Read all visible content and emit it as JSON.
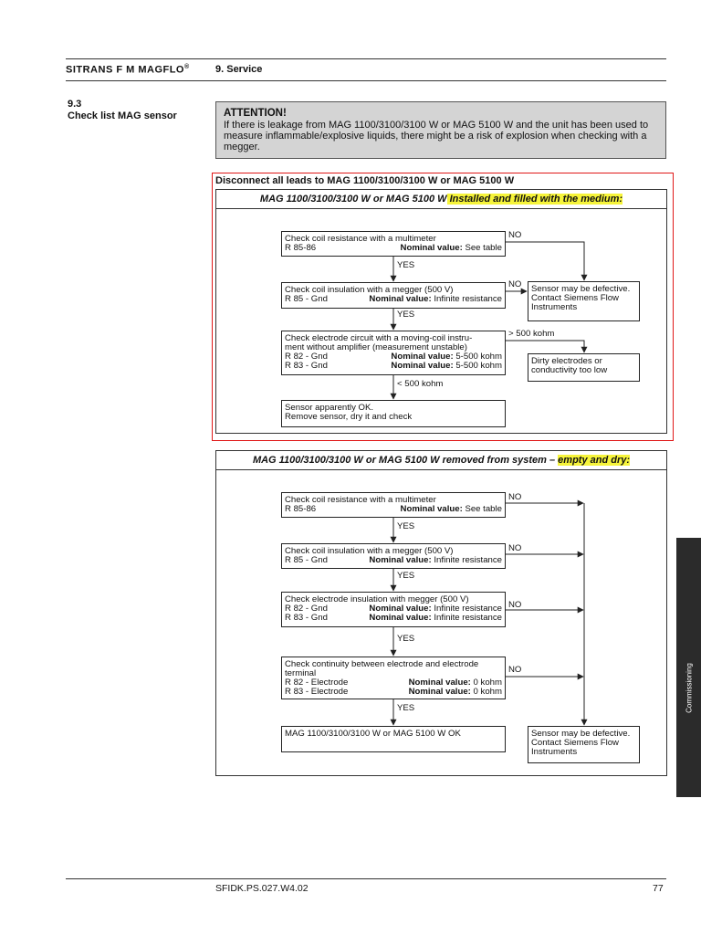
{
  "header": {
    "brand": "SITRANS F M MAGFLO",
    "brand_mark": "®",
    "section": "9.  Service"
  },
  "section": {
    "number": "9.3",
    "title": "Check list MAG sensor"
  },
  "attention": {
    "heading": "ATTENTION!",
    "text": "If there is leakage from MAG 1100/3100/3100 W or MAG 5100 W and the unit has been used to measure inflammable/explosive liquids, there might be a risk of explosion when checking with a megger."
  },
  "disconnect_title": "Disconnect all leads to MAG 1100/3100/3100 W or MAG 5100 W",
  "flow1": {
    "title": "MAG 1100/3100/3100 W or MAG 5100 W",
    "title_highlight": " Installed and filled with the medium:",
    "step1": {
      "l1": "Check coil resistance with a multimeter",
      "a": "R 85-86",
      "nom": "Nominal value:",
      "val": " See table"
    },
    "step2": {
      "l1": "Check coil  insulation with a megger (500 V)",
      "a": "R 85 - Gnd",
      "nom": "Nominal value:",
      "val": " Infinite resistance"
    },
    "step3": {
      "l1": "Check electrode circuit with a moving-coil instru-",
      "l2": "ment without amplifier (measurement unstable)",
      "a1": "R 82 - Gnd",
      "nom1": "Nominal value:",
      "val1": " 5-500 kohm",
      "a2": "R 83 - Gnd",
      "nom2": "Nominal value:",
      "val2": " 5-500 kohm"
    },
    "step4": {
      "l1": "Sensor apparently OK.",
      "l2": "Remove sensor, dry it and check"
    },
    "defective": {
      "l1": "Sensor may be defective.",
      "l2": "Contact Siemens Flow",
      "l3": "Instruments"
    },
    "dirty": {
      "l1": "Dirty electrodes or",
      "l2": "conductivity too low"
    },
    "labels": {
      "no1": "NO",
      "yes1": "YES",
      "no2": "NO",
      "yes2": "YES",
      "gt": "> 500 kohm",
      "lt": "< 500 kohm"
    }
  },
  "flow2": {
    "title": "MAG 1100/3100/3100 W or MAG 5100 W removed from system – ",
    "title_highlight": "empty and dry:",
    "step1": {
      "l1": "Check coil resistance with a multimeter",
      "a": "R 85-86",
      "nom": "Nominal value:",
      "val": "  See table"
    },
    "step2": {
      "l1": "Check coil insulation with a megger (500 V)",
      "a": "R 85 - Gnd",
      "nom": "Nominal value:",
      "val": " Infinite resistance"
    },
    "step3": {
      "l1": "Check electrode insulation with megger (500 V)",
      "a1": "R 82 - Gnd",
      "nom1": "Nominal value:",
      "val1": " Infinite resistance",
      "a2": "R 83 - Gnd",
      "nom2": "Nominal value:",
      "val2": " Infinite resistance"
    },
    "step4": {
      "l1": "Check continuity between electrode and electrode",
      "l2": "terminal",
      "a1": "R 82 - Electrode",
      "nom1": "Nominal value:",
      "val1": " 0 kohm",
      "a2": "R 83 - Electrode",
      "nom2": "Nominal value:",
      "val2": " 0 kohm"
    },
    "step5": {
      "l1": "MAG 1100/3100/3100 W or MAG 5100 W OK"
    },
    "defective": {
      "l1": "Sensor may be defective.",
      "l2": "Contact Siemens Flow",
      "l3": "Instruments"
    },
    "labels": {
      "no1": "NO",
      "yes1": "YES",
      "no2": "NO",
      "yes2": "YES",
      "no3": "NO",
      "yes3": "YES",
      "no4": "NO",
      "yes4": "YES"
    }
  },
  "side_tab": "Commissioning",
  "footer": {
    "doc_id": "SFIDK.PS.027.W4.02",
    "page": "77"
  }
}
